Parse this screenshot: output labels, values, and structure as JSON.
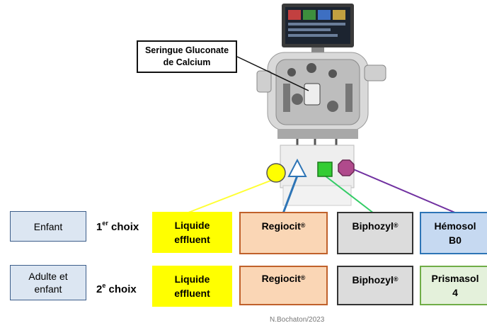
{
  "callout": {
    "line1": "Seringue Gluconate",
    "line2": "de Calcium"
  },
  "rows": [
    {
      "label": "Enfant",
      "choice_num": "1",
      "choice_sup": "er",
      "choice_word": " choix",
      "cells": [
        {
          "line1": "Liquide",
          "line2": "effluent"
        },
        {
          "line1": "Regiocit",
          "sup": "®"
        },
        {
          "line1": "Biphozyl",
          "sup": "®"
        },
        {
          "line1": "Hémosol",
          "line2": "B0"
        }
      ]
    },
    {
      "label_line1": "Adulte et",
      "label_line2": "enfant",
      "choice_num": "2",
      "choice_sup": "e",
      "choice_word": " choix",
      "cells": [
        {
          "line1": "Liquide",
          "line2": "effluent"
        },
        {
          "line1": "Regiocit",
          "sup": "®"
        },
        {
          "line1": "Biphozyl",
          "sup": "®"
        },
        {
          "line1": "Prismasol",
          "line2": "4"
        }
      ]
    }
  ],
  "markers": [
    {
      "shape": "circle",
      "color": "#ffff00",
      "stroke": "#555555"
    },
    {
      "shape": "triangle",
      "color": "#ffffff",
      "stroke": "#2e75b6"
    },
    {
      "shape": "square",
      "color": "#33cc33",
      "stroke": "#1a7a1a"
    },
    {
      "shape": "octagon",
      "color": "#b04a8c",
      "stroke": "#6b2a55"
    }
  ],
  "credit": "N.Bochaton/2023"
}
